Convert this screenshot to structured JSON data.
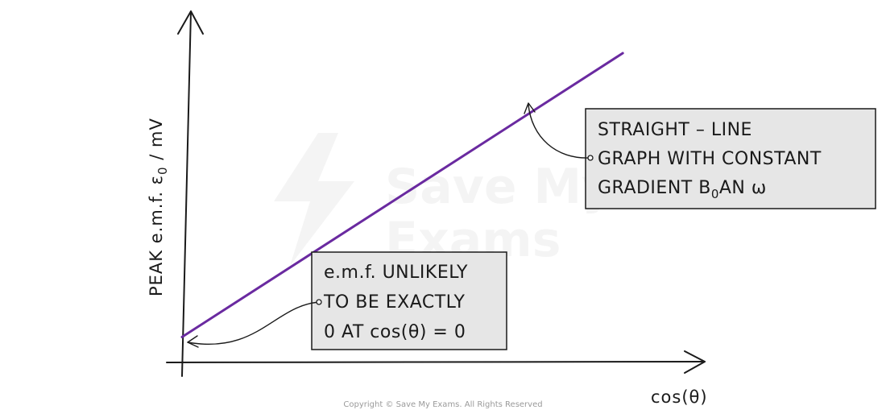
{
  "chart_data": {
    "type": "line",
    "xlabel": "cos(θ)",
    "ylabel": "PEAK  e.m.f.  ε",
    "ylabel_sub": "0",
    "ylabel_unit": " / mV",
    "series": [
      {
        "x": [
          0,
          0.8
        ],
        "y": [
          0.08,
          1.0
        ],
        "color": "#6a2aa0"
      }
    ],
    "xlim": [
      0,
      1
    ],
    "ylim": [
      0,
      1.12
    ],
    "grid": false,
    "annotations": [
      {
        "lines": [
          "e.m.f.  UNLIKELY",
          "TO  BE  EXACTLY",
          "0  AT  cos(θ) = 0"
        ]
      },
      {
        "lines": [
          "STRAIGHT – LINE",
          "GRAPH  WITH  CONSTANT"
        ],
        "last_line": {
          "prefix": "GRADIENT  B",
          "sub": "0",
          "suffix": "AN ω"
        }
      }
    ]
  },
  "watermark": {
    "line1": "Save My",
    "line2": "Exams"
  },
  "copyright": "Copyright © Save My Exams. All Rights Reserved",
  "colors": {
    "line": "#6a2aa0",
    "annotation_fill": "#e6e6e6",
    "axis": "#1a1a1a"
  }
}
